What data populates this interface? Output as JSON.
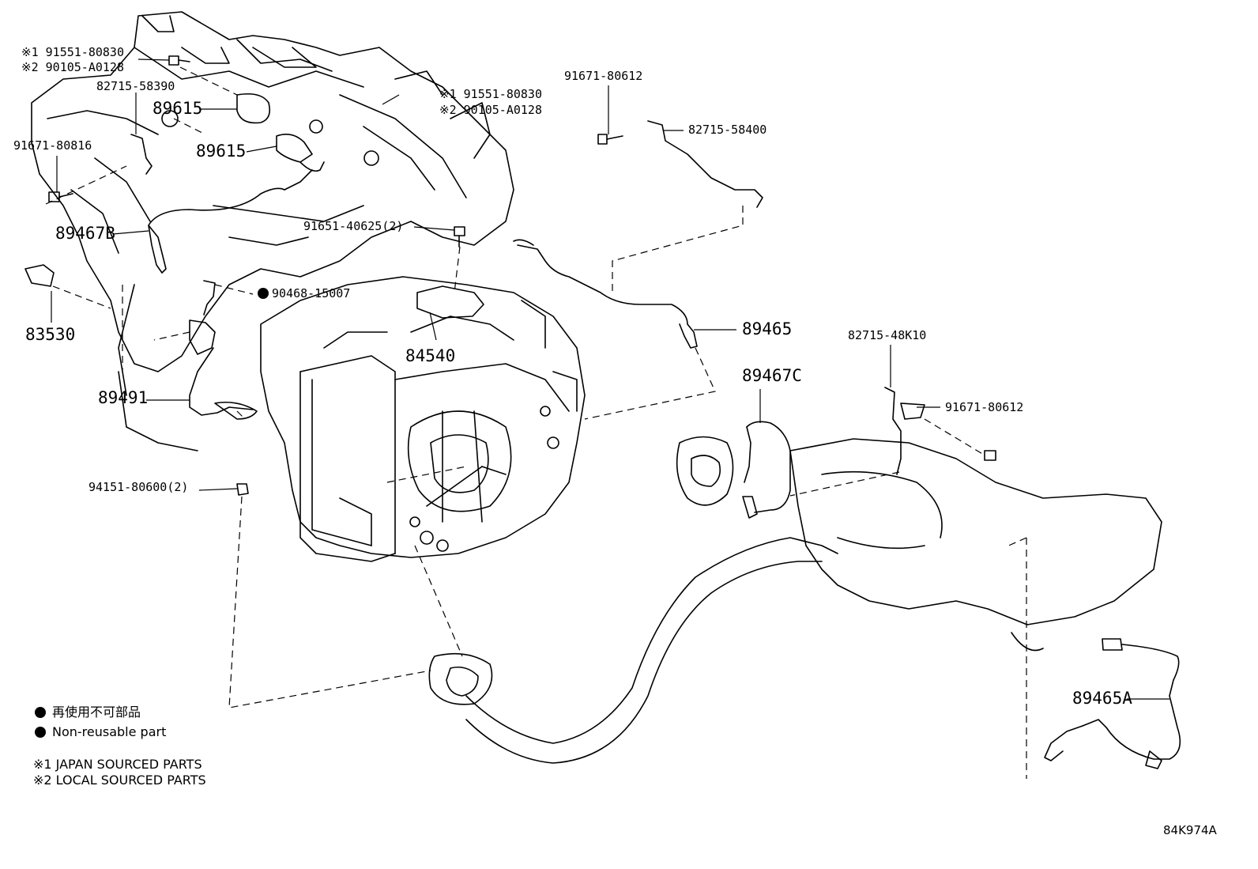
{
  "callouts": {
    "c1_a": "※1 91551-80830",
    "c1_b": "※2 90105-A0128",
    "c2": "82715-58390",
    "c3": "89615",
    "c4": "89615",
    "c5": "91671-80816",
    "c6_a": "※1 91551-80830",
    "c6_b": "※2 90105-A0128",
    "c7": "91671-80612",
    "c8": "82715-58400",
    "c9": "91651-40625(2)",
    "c10": "89467B",
    "c11": "90468-15007",
    "c12": "83530",
    "c13": "84540",
    "c14": "89465",
    "c15": "82715-48K10",
    "c16": "89467C",
    "c17": "91671-80612",
    "c18": "89491",
    "c19": "94151-80600(2)",
    "c20": "89465A"
  },
  "legend": {
    "non_reusable_jp": "再使用不可部品",
    "non_reusable_en": "Non-reusable part",
    "note1": "※1 JAPAN SOURCED PARTS",
    "note2": "※2 LOCAL SOURCED PARTS"
  },
  "diagram_id": "84K974A"
}
